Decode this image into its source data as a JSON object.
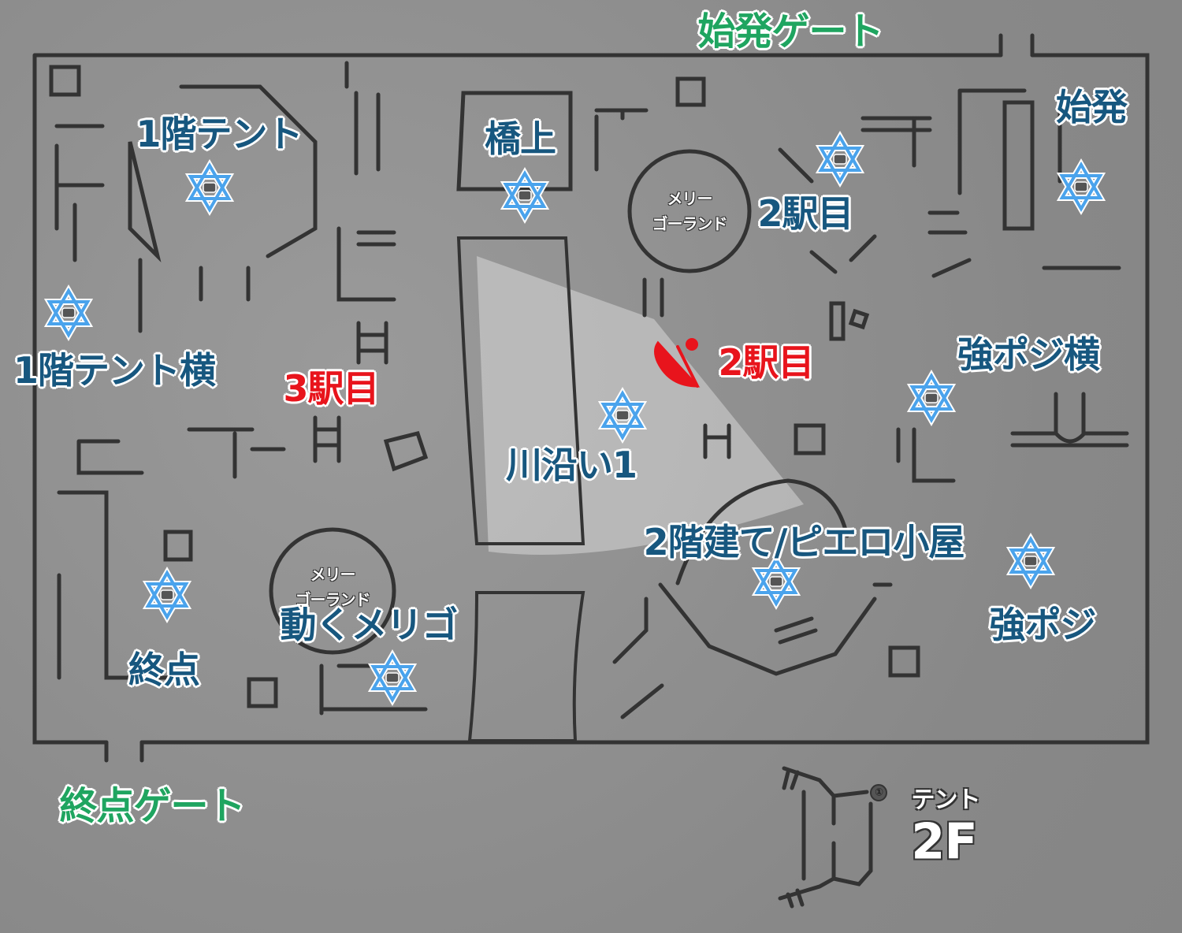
{
  "map": {
    "gates": {
      "start": "始発ゲート",
      "end": "終点ゲート"
    },
    "spawn_labels": [
      "1階テント",
      "橋上",
      "2駅目",
      "始発",
      "1階テント横",
      "強ポジ横",
      "川沿い1",
      "2階建て/ピエロ小屋",
      "動くメリゴ",
      "強ポジ",
      "終点"
    ],
    "hunter_labels": [
      "3駅目",
      "2駅目"
    ],
    "merry_go_round": {
      "line1": "メリー",
      "line2": "ゴーランド"
    },
    "tent_2f": {
      "title": "テント",
      "floor": "2F",
      "marker": "①"
    },
    "colors": {
      "spawn": "#17577f",
      "hunter": "#e8141c",
      "gate": "#1fa560",
      "star": "#4aa3ec",
      "wall": "#333333"
    },
    "icons": [
      "hexagram-spawn-icon",
      "fan-hunter-icon",
      "cipher-machine-icon",
      "pallet-icon",
      "window-icon",
      "dummy-icon",
      "chair-icon",
      "cabinet-icon",
      "ladder-icon"
    ]
  }
}
